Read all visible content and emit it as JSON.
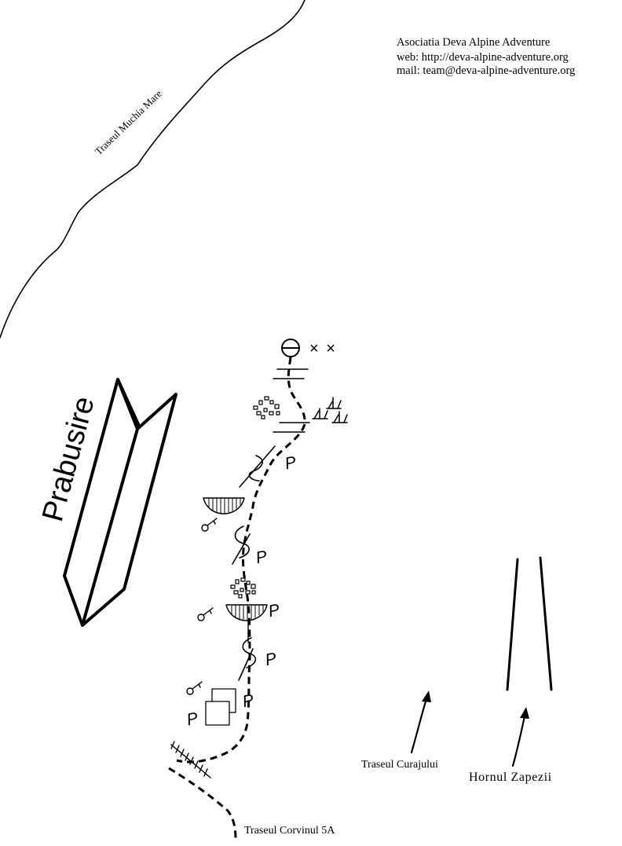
{
  "header": {
    "organization": "Asociatia Deva Alpine Adventure",
    "web": "web: http://deva-alpine-adventure.org",
    "mail": "mail: team@deva-alpine-adventure.org"
  },
  "labels": {
    "muchia_mare": "Traseul Muchia Mare",
    "prabusire": "Prabusire",
    "curajului": "Traseul Curajului",
    "hornul_zapezii": "Hornul Zapezii",
    "corvinul": "Traseul Corvinul 5A"
  },
  "symbols": {
    "piton_letter": "P",
    "anchor_marks": "× ×"
  }
}
